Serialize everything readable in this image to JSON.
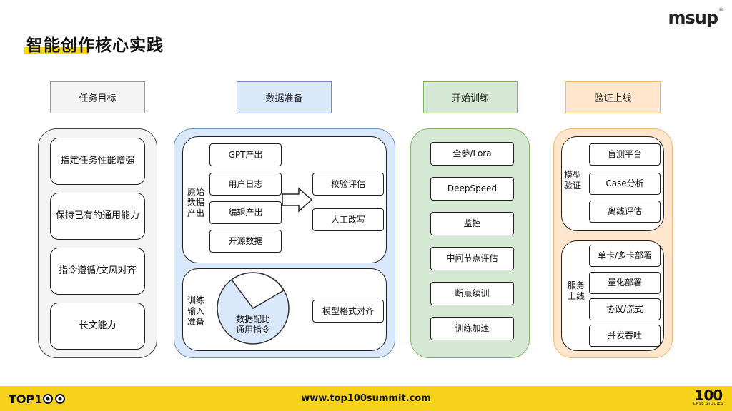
{
  "page": {
    "title": "智能创作核心实践"
  },
  "brand": {
    "logo": "msup",
    "registered": "®"
  },
  "columns": {
    "task": {
      "header": "任务目标",
      "items": [
        "指定任务性能增强",
        "保持已有的通用能力",
        "指令遵循/文风对齐",
        "长文能力"
      ]
    },
    "data": {
      "header": "数据准备",
      "raw_label": "原始\n数据\n产出",
      "sources": [
        "GPT产出",
        "用户日志",
        "编辑产出",
        "开源数据"
      ],
      "checks": [
        "校验评估",
        "人工改写"
      ],
      "input_label": "训练\n输入\n准备",
      "pie_label": "数据配比\n通用指令",
      "format": "模型格式对齐"
    },
    "train": {
      "header": "开始训练",
      "items": [
        "全参/Lora",
        "DeepSpeed",
        "监控",
        "中间节点评估",
        "断点续训",
        "训练加速"
      ]
    },
    "deploy": {
      "header": "验证上线",
      "verify_label": "模型\n验证",
      "verify_items": [
        "盲测平台",
        "Case分析",
        "离线评估"
      ],
      "serve_label": "服务\n上线",
      "serve_items": [
        "单卡/多卡部署",
        "量化部署",
        "协议/流式",
        "并发吞吐"
      ]
    }
  },
  "footer": {
    "url": "www.top100summit.com",
    "left_logo": "TOP1",
    "right_logo_number": "100",
    "right_logo_sub": "CASE STUDIES"
  },
  "colors": {
    "gray": "#f4f4f4",
    "gray_border": "#9a9a9a",
    "blue": "#dae8fc",
    "blue_border": "#6c8ebf",
    "green": "#d5e8d4",
    "green_border": "#82b366",
    "orange": "#ffe6cc",
    "orange_border": "#f3b86a",
    "yellow": "#f7d21a"
  }
}
